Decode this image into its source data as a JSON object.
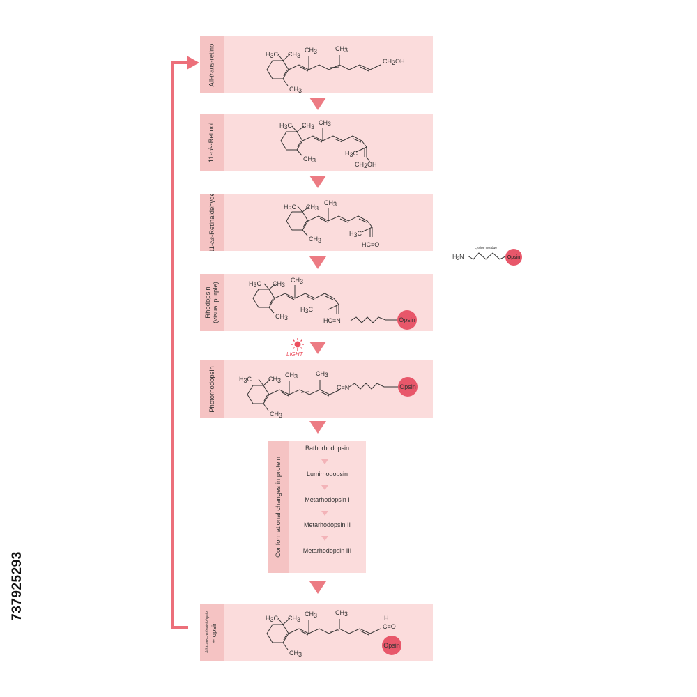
{
  "stages": [
    {
      "label_plain": "All-",
      "label_italic": "trans",
      "label_rest": "-retinol"
    },
    {
      "label_plain": "11-",
      "label_italic": "cis",
      "label_rest": "-Retinol"
    },
    {
      "label_plain": "11-",
      "label_italic": "cis",
      "label_rest": "-Retinaldehyde"
    },
    {
      "label_line1": "Rhodopsin",
      "label_line2": "(visual purple)"
    },
    {
      "label": "Photorhodopsin"
    },
    {
      "label_line1": "All-trans-retinaldehyde",
      "label_line2": "+ opsin"
    }
  ],
  "light_label": "LIGHT",
  "conformational": {
    "title": "Conformational changes in protein",
    "steps": [
      "Bathorhodopsin",
      "Lumirhodopsin",
      "Metarhodopsin I",
      "Metarhodopsin II",
      "Metarhodopsin III"
    ]
  },
  "lysine": {
    "caption": "Lysine residue",
    "amine": "H",
    "amine_sub": "2",
    "amine_n": "N",
    "opsin": "Opsin"
  },
  "opsin_label": "Opsin",
  "chem": {
    "ch3_main": "CH",
    "ch3_sub": "3",
    "h3c_main": "H",
    "h3c_sub": "3",
    "h3c_c": "C",
    "ch2oh_a": "CH",
    "ch2oh_sub": "2",
    "ch2oh_b": "OH",
    "hc_o": "HC=O",
    "hc_n": "HC=N",
    "c_n": "C=N",
    "h": "H",
    "c_o": "C=O"
  },
  "image_id": "737925293",
  "colors": {
    "box": "#fbdcdc",
    "tab": "#f5c3c3",
    "arrow": "#ec7b83",
    "opsin": "#e8576a",
    "cycle": "#ec6f7a"
  }
}
